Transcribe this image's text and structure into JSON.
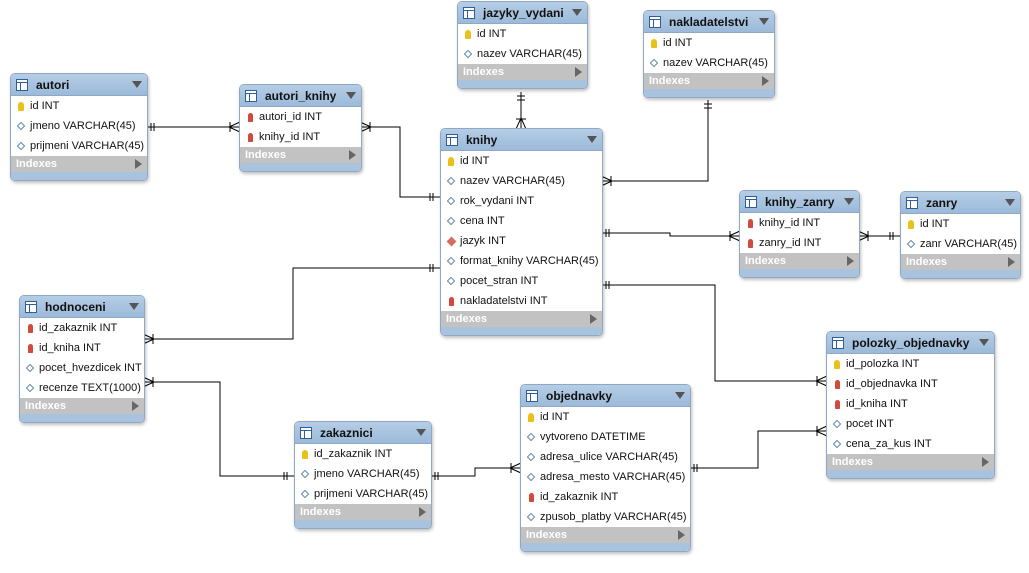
{
  "tables": {
    "autori": {
      "name": "autori",
      "indexes_label": "Indexes",
      "columns": [
        {
          "label": "id INT",
          "kind": "pk"
        },
        {
          "label": "jmeno VARCHAR(45)",
          "kind": "attr"
        },
        {
          "label": "prijmeni VARCHAR(45)",
          "kind": "attr"
        }
      ]
    },
    "autori_knihy": {
      "name": "autori_knihy",
      "indexes_label": "Indexes",
      "columns": [
        {
          "label": "autori_id INT",
          "kind": "fk"
        },
        {
          "label": "knihy_id INT",
          "kind": "fk"
        }
      ]
    },
    "jazyky_vydani": {
      "name": "jazyky_vydani",
      "indexes_label": "Indexes",
      "columns": [
        {
          "label": "id INT",
          "kind": "pk"
        },
        {
          "label": "nazev VARCHAR(45)",
          "kind": "attr"
        }
      ]
    },
    "nakladatelstvi": {
      "name": "nakladatelstvi",
      "indexes_label": "Indexes",
      "columns": [
        {
          "label": "id INT",
          "kind": "pk"
        },
        {
          "label": "nazev VARCHAR(45)",
          "kind": "attr"
        }
      ]
    },
    "knihy": {
      "name": "knihy",
      "indexes_label": "Indexes",
      "columns": [
        {
          "label": "id INT",
          "kind": "pk"
        },
        {
          "label": "nazev VARCHAR(45)",
          "kind": "attr"
        },
        {
          "label": "rok_vydani INT",
          "kind": "attr"
        },
        {
          "label": "cena INT",
          "kind": "attr"
        },
        {
          "label": "jazyk INT",
          "kind": "fkattr"
        },
        {
          "label": "format_knihy VARCHAR(45)",
          "kind": "attr"
        },
        {
          "label": "pocet_stran INT",
          "kind": "attr"
        },
        {
          "label": "nakladatelstvi INT",
          "kind": "fk"
        }
      ]
    },
    "knihy_zanry": {
      "name": "knihy_zanry",
      "indexes_label": "Indexes",
      "columns": [
        {
          "label": "knihy_id INT",
          "kind": "fk"
        },
        {
          "label": "zanry_id INT",
          "kind": "fk"
        }
      ]
    },
    "zanry": {
      "name": "zanry",
      "indexes_label": "Indexes",
      "columns": [
        {
          "label": "id INT",
          "kind": "pk"
        },
        {
          "label": "zanr VARCHAR(45)",
          "kind": "attr"
        }
      ]
    },
    "hodnoceni": {
      "name": "hodnoceni",
      "indexes_label": "Indexes",
      "columns": [
        {
          "label": "id_zakaznik INT",
          "kind": "fk"
        },
        {
          "label": "id_kniha INT",
          "kind": "fk"
        },
        {
          "label": "pocet_hvezdicek INT",
          "kind": "attr"
        },
        {
          "label": "recenze TEXT(1000)",
          "kind": "attr"
        }
      ]
    },
    "polozky_objednavky": {
      "name": "polozky_objednavky",
      "indexes_label": "Indexes",
      "columns": [
        {
          "label": "id_polozka INT",
          "kind": "pk"
        },
        {
          "label": "id_objednavka INT",
          "kind": "fk"
        },
        {
          "label": "id_kniha INT",
          "kind": "fk"
        },
        {
          "label": "pocet INT",
          "kind": "attr"
        },
        {
          "label": "cena_za_kus INT",
          "kind": "attr"
        }
      ]
    },
    "zakaznici": {
      "name": "zakaznici",
      "indexes_label": "Indexes",
      "columns": [
        {
          "label": "id_zakaznik INT",
          "kind": "pk"
        },
        {
          "label": "jmeno VARCHAR(45)",
          "kind": "attr"
        },
        {
          "label": "prijmeni VARCHAR(45)",
          "kind": "attr"
        }
      ]
    },
    "objednavky": {
      "name": "objednavky",
      "indexes_label": "Indexes",
      "columns": [
        {
          "label": "id INT",
          "kind": "pk"
        },
        {
          "label": "vytvoreno DATETIME",
          "kind": "attr"
        },
        {
          "label": "adresa_ulice VARCHAR(45)",
          "kind": "attr"
        },
        {
          "label": "adresa_mesto VARCHAR(45)",
          "kind": "attr"
        },
        {
          "label": "id_zakaznik INT",
          "kind": "fk"
        },
        {
          "label": "zpusob_platby VARCHAR(45)",
          "kind": "attr"
        }
      ]
    }
  },
  "column_icons": {
    "pk": "primary-key-icon",
    "fk": "foreign-key-icon",
    "attr": "attribute-diamond-icon",
    "fkattr": "foreign-attribute-diamond-icon"
  },
  "colors": {
    "header": "#9bbad9",
    "border": "#8fa9c4",
    "indexes_bar": "#c2c2c2",
    "line": "#000000"
  }
}
